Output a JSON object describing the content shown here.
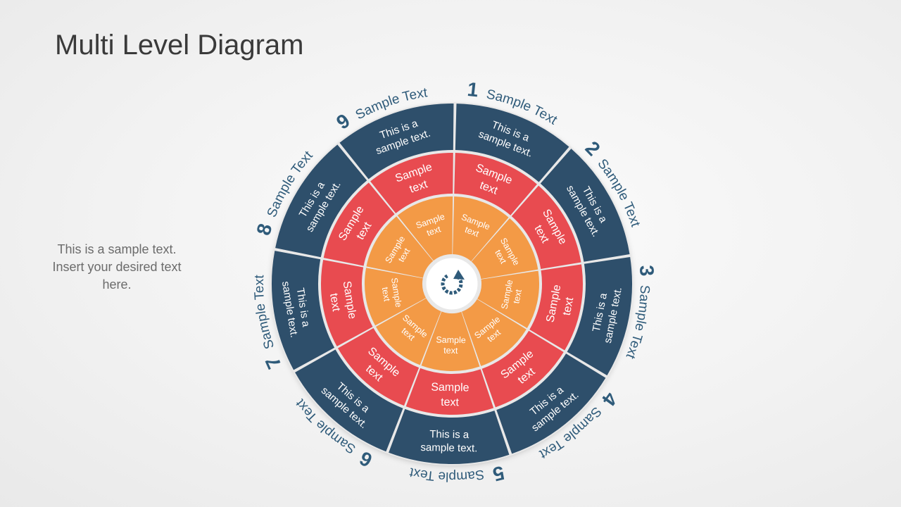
{
  "title": "Multi Level Diagram",
  "sidenote": {
    "lines": [
      "This is a sample text.",
      "Insert your desired text",
      "here."
    ]
  },
  "colors": {
    "outer_ring": "#2e4f6b",
    "middle_ring": "#e84b50",
    "inner_ring": "#f39a46",
    "labels": "#2f5b7a",
    "divider": "#e8e8e8",
    "center": "#ffffff",
    "center_icon": "#2f5b7a"
  },
  "center": {
    "icon": "refresh-icon"
  },
  "segments": [
    {
      "number": "1",
      "label": "Sample Text",
      "outer": [
        "This is a",
        "sample text."
      ],
      "middle": [
        "Sample",
        "text"
      ],
      "inner": [
        "Sample",
        "text"
      ]
    },
    {
      "number": "2",
      "label": "Sample Text",
      "outer": [
        "This is a",
        "sample text."
      ],
      "middle": [
        "Sample",
        "text"
      ],
      "inner": [
        "Sample",
        "text"
      ]
    },
    {
      "number": "3",
      "label": "Sample Text",
      "outer": [
        "This is a",
        "sample text."
      ],
      "middle": [
        "Sample",
        "text"
      ],
      "inner": [
        "Sample",
        "text"
      ]
    },
    {
      "number": "4",
      "label": "Sample Text",
      "outer": [
        "This is a",
        "sample text."
      ],
      "middle": [
        "Sample",
        "text"
      ],
      "inner": [
        "Sample",
        "text"
      ]
    },
    {
      "number": "5",
      "label": "Sample Text",
      "outer": [
        "This is a",
        "sample text."
      ],
      "middle": [
        "Sample",
        "text"
      ],
      "inner": [
        "Sample",
        "text"
      ]
    },
    {
      "number": "6",
      "label": "Sample Text",
      "outer": [
        "This is a",
        "sample text."
      ],
      "middle": [
        "Sample",
        "text"
      ],
      "inner": [
        "Sample",
        "text"
      ]
    },
    {
      "number": "7",
      "label": "Sample Text",
      "outer": [
        "This is a",
        "sample text."
      ],
      "middle": [
        "Sample",
        "text"
      ],
      "inner": [
        "Sample",
        "text"
      ]
    },
    {
      "number": "8",
      "label": "Sample Text",
      "outer": [
        "This is a",
        "sample text."
      ],
      "middle": [
        "Sample",
        "text"
      ],
      "inner": [
        "Sample",
        "text"
      ]
    },
    {
      "number": "9",
      "label": "Sample Text",
      "outer": [
        "This is a",
        "sample text."
      ],
      "middle": [
        "Sample",
        "text"
      ],
      "inner": [
        "Sample",
        "text"
      ]
    }
  ]
}
